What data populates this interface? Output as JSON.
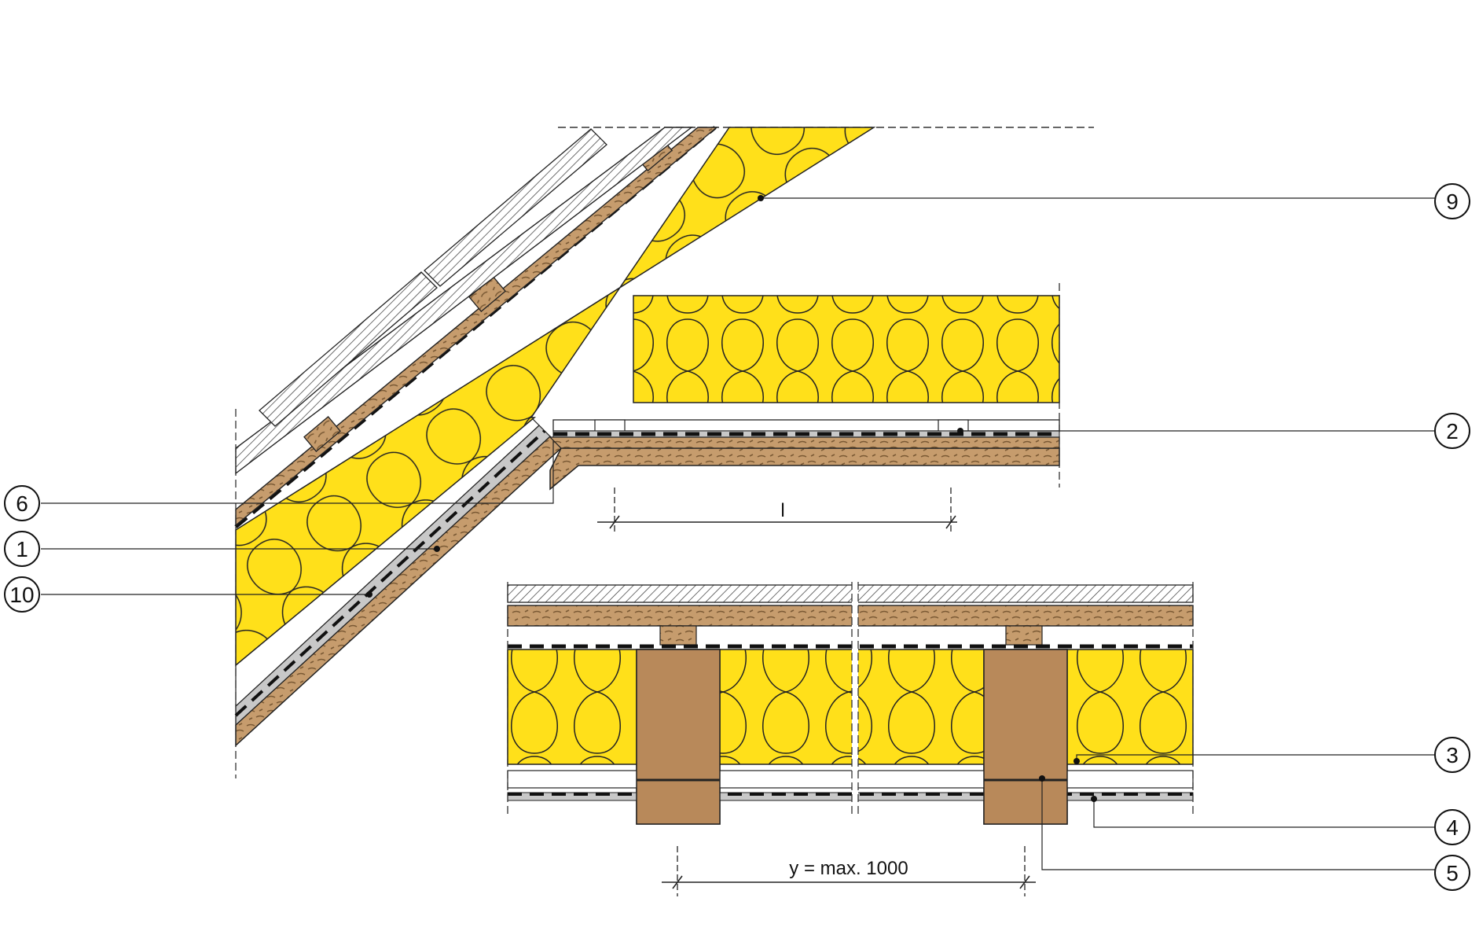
{
  "colors": {
    "insulation": "#FFE01A",
    "wood": "#C69C6D",
    "wood_dark": "#7B5A35",
    "line": "#1A1A1A",
    "membrane_gray": "#C8C8C8"
  },
  "callouts": [
    {
      "id": "c9",
      "text": "9"
    },
    {
      "id": "c2",
      "text": "2"
    },
    {
      "id": "c6",
      "text": "6"
    },
    {
      "id": "c1",
      "text": "1"
    },
    {
      "id": "c10",
      "text": "10"
    },
    {
      "id": "c3",
      "text": "3"
    },
    {
      "id": "c4",
      "text": "4"
    },
    {
      "id": "c5",
      "text": "5"
    }
  ],
  "dimensions": {
    "upper": "l",
    "lower": "y = max. 1000"
  }
}
